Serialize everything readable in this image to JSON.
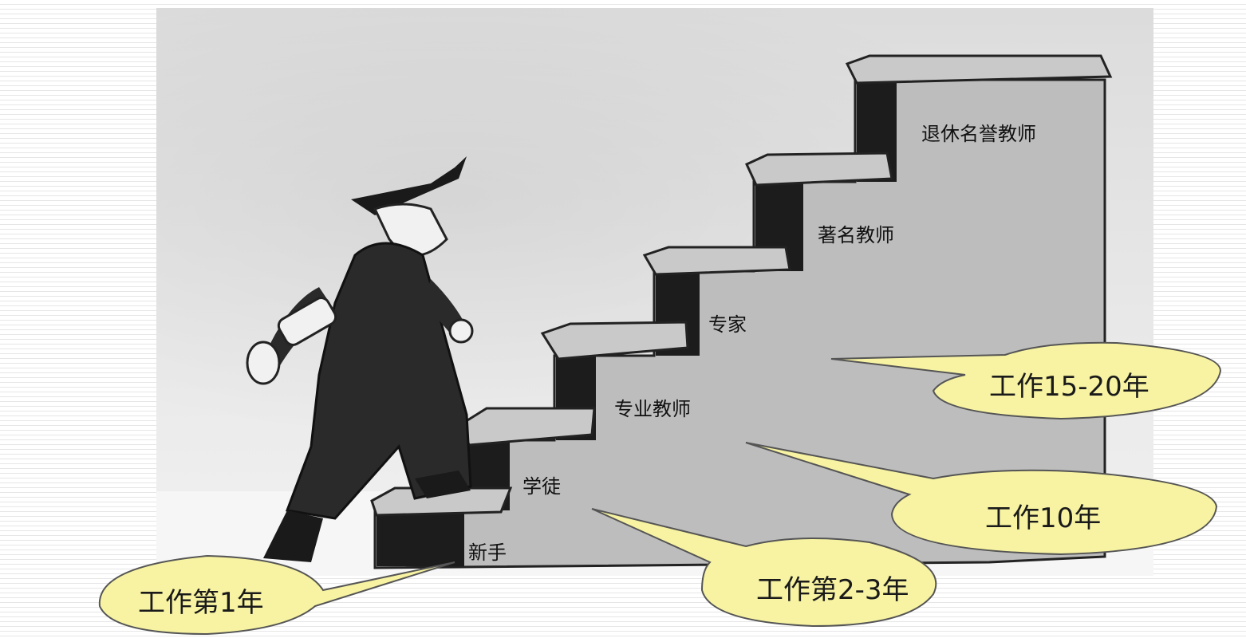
{
  "steps": [
    "新手",
    "学徒",
    "专业教师",
    "专家",
    "著名教师",
    "退休名誉教师"
  ],
  "callouts": [
    "工作第1年",
    "工作第2-3年",
    "工作10年",
    "工作15-20年"
  ],
  "colors": {
    "callout_fill": "#f7f3a2",
    "callout_stroke": "#555555",
    "tread": "#c9c9c9",
    "riser": "#1a1a1a",
    "wall": "#bdbdbd"
  }
}
